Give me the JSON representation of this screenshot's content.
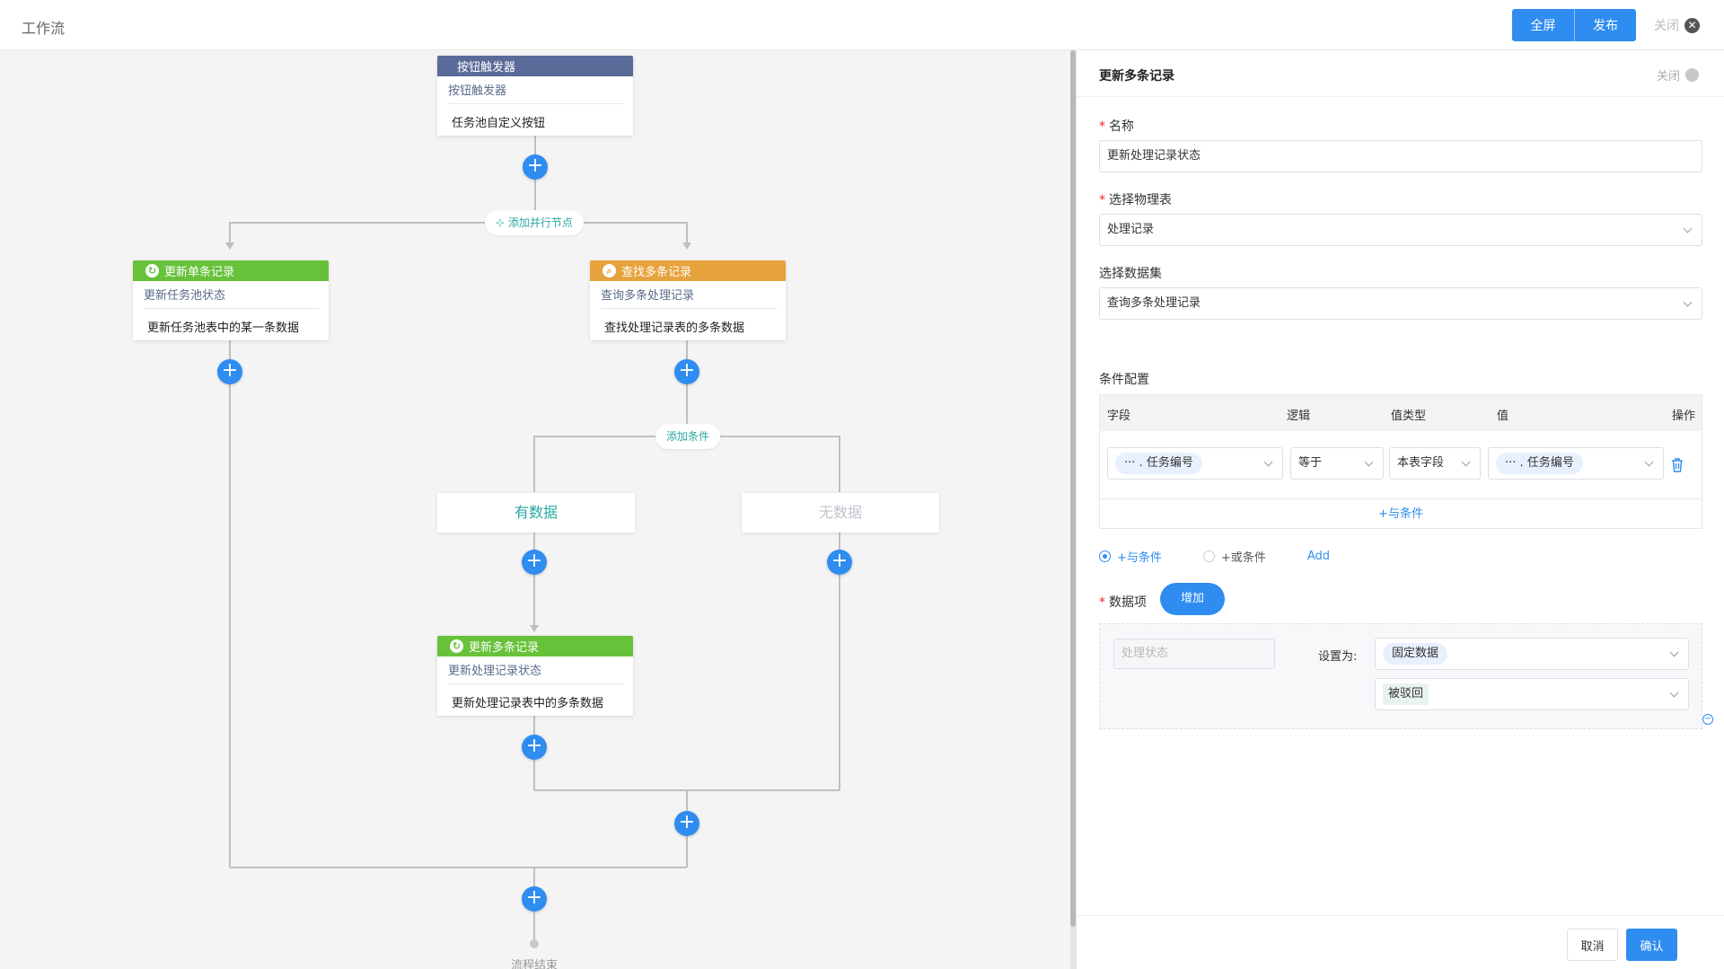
{
  "header": {
    "title": "工作流",
    "fullscreen_label": "全屏",
    "publish_label": "发布",
    "close_label": "关闭"
  },
  "canvas": {
    "trigger": {
      "head": "按钮触发器",
      "sub": "按钮触发器",
      "desc": "任务池自定义按钮"
    },
    "add_parallel": "添加并行节点",
    "update_single": {
      "head": "更新单条记录",
      "sub": "更新任务池状态",
      "desc": "更新任务池表中的某一条数据"
    },
    "find_multi": {
      "head": "查找多条记录",
      "sub": "查询多条处理记录",
      "desc": "查找处理记录表的多条数据"
    },
    "add_condition": "添加条件",
    "branch_has": "有数据",
    "branch_none": "无数据",
    "update_multi": {
      "head": "更新多条记录",
      "sub": "更新处理记录状态",
      "desc": "更新处理记录表中的多条数据"
    },
    "end_label": "流程结束",
    "colors": {
      "trigger": "#5a6b9a",
      "green": "#67c23a",
      "orange": "#e6a23c",
      "blue": "#2f8cf0",
      "branch_has": "#2aa7a0",
      "branch_none": "#c0c4cc"
    }
  },
  "panel": {
    "title": "更新多条记录",
    "close_label": "关闭",
    "name_label": "名称",
    "name_value": "更新处理记录状态",
    "table_label": "选择物理表",
    "table_value": "处理记录",
    "dataset_label": "选择数据集",
    "dataset_value": "查询多条处理记录",
    "cond_label": "条件配置",
    "cond_cols": {
      "field": "字段",
      "logic": "逻辑",
      "valtype": "值类型",
      "value": "值",
      "op": "操作"
    },
    "cond_row": {
      "field_prefix": "···",
      "field_sep": ".",
      "field_name": "任务编号",
      "logic": "等于",
      "valtype": "本表字段",
      "value_prefix": "···",
      "value_sep": ".",
      "value_name": "任务编号"
    },
    "add_and_link": "+与条件",
    "radio_and": "+与条件",
    "radio_or": "+或条件",
    "add_link": "Add",
    "items_label": "数据项",
    "add_button": "增加",
    "item_field_placeholder": "处理状态",
    "set_as_label": "设置为:",
    "set_type": "固定数据",
    "set_value": "被驳回",
    "cancel_label": "取消",
    "confirm_label": "确认"
  }
}
